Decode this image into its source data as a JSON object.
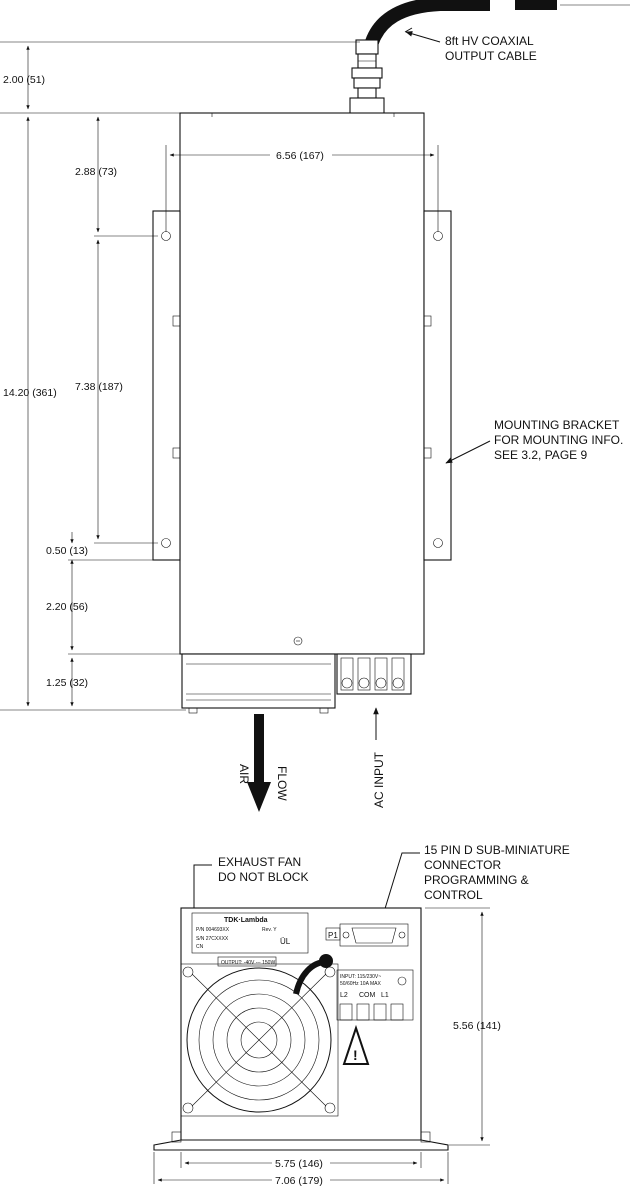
{
  "notes": {
    "cable_line1": "8ft HV COAXIAL",
    "cable_line2": "OUTPUT CABLE",
    "bracket_line1": "MOUNTING BRACKET",
    "bracket_line2": "FOR MOUNTING INFO.",
    "bracket_line3": "SEE 3.2, PAGE 9",
    "air": "AIR",
    "flow": "FLOW",
    "ac_input": "AC INPUT",
    "fan_line1": "EXHAUST FAN",
    "fan_line2": "DO NOT BLOCK",
    "conn_line1": "15 PIN D SUB-MINIATURE",
    "conn_line2": "CONNECTOR",
    "conn_line3": "PROGRAMMING &",
    "conn_line4": "CONTROL"
  },
  "dimensions": {
    "cable_height": "2.00 (51)",
    "bracket_width": "6.56 (167)",
    "top_to_hole": "2.88 (73)",
    "total_height": "14.20 (361)",
    "hole_spacing": "7.38 (187)",
    "hole_to_bottom": "0.50 (13)",
    "bracket_to_base": "2.20 (56)",
    "fan_height": "1.25 (32)",
    "front_height": "5.56 (141)",
    "body_width": "5.75 (146)",
    "flange_width": "7.06 (179)"
  },
  "label_plate": {
    "brand": "TDK·Lambda",
    "pn": "P/N 004693XX",
    "rev": "Rev. Y",
    "sn": "S/N 27CXXXX",
    "cn": "CN",
    "output": "OUTPUT: -40V --- 150W"
  },
  "connector": {
    "p1": "P1",
    "input_line1": "INPUT: 115/230V~",
    "input_line2": "50/60Hz  10A MAX",
    "term_l2": "L2",
    "term_com": "COM",
    "term_l1": "L1"
  }
}
